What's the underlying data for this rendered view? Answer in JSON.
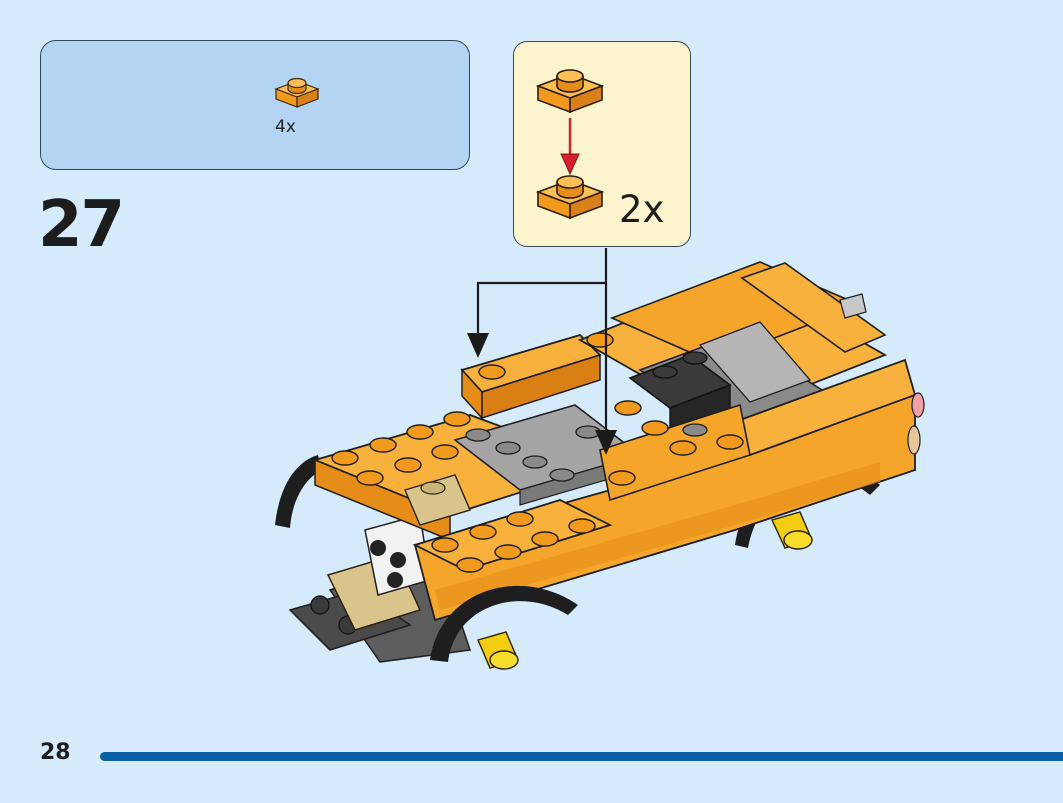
{
  "parts_list": {
    "items": [
      {
        "part_icon": "orange-plate-1x1-round-icon",
        "quantity": "4x"
      }
    ]
  },
  "step": {
    "number": "27"
  },
  "sub_assembly": {
    "multiplier": "2x",
    "icon": "stack-plate-on-plate-icon"
  },
  "page": {
    "number": "28"
  },
  "colors": {
    "background": "#d5eafa",
    "parts_box": "#b3d5f3",
    "sub_box": "#fbf4cc",
    "brick_orange": "#f5a52a",
    "page_bar": "#0a5ea6",
    "arrow_red": "#d3222a"
  }
}
